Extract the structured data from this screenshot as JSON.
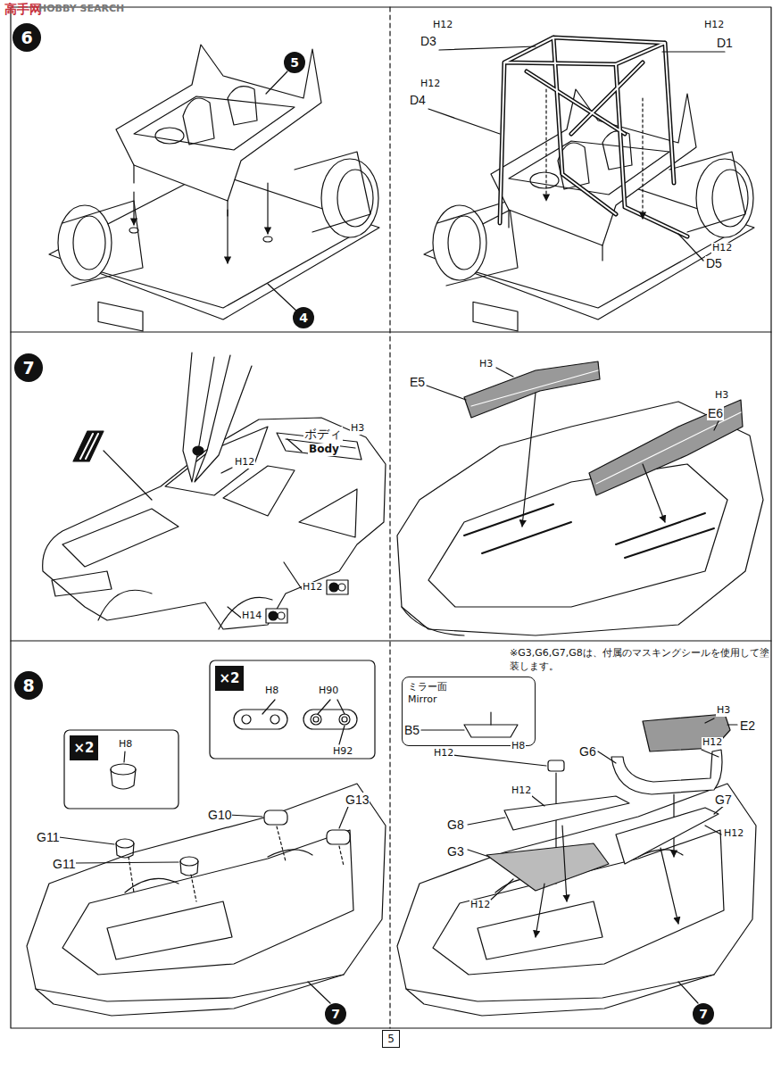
{
  "diagram": {
    "nodes": [
      {
        "text": [
          "6"
        ]
      },
      {
        "text": [
          "5"
        ]
      },
      {
        "text": [
          "4"
        ]
      },
      {
        "text": [
          "7"
        ]
      },
      {
        "text": [
          "8"
        ]
      },
      {
        "text": [
          "×2"
        ]
      },
      {
        "text": [
          "×2"
        ]
      },
      {
        "text": [
          "7"
        ]
      },
      {
        "text": [
          "ミラー面",
          "Mirror"
        ]
      },
      {
        "text": [
          "7"
        ]
      },
      {
        "text": [
          "5"
        ]
      }
    ],
    "labels": [
      "高手网",
      "HOBBY SEARCH",
      "H12",
      "D3",
      "H12",
      "D1",
      "H12",
      "D4",
      "H12",
      "D5",
      "ボディ",
      "H3",
      "Body",
      "H12",
      "H12",
      "H14",
      "E5",
      "H3",
      "E6",
      "H3",
      "H8",
      "G11",
      "G11",
      "H8",
      "H90",
      "H92",
      "G10",
      "G13",
      "※G3,G6,G7,G8は、付属のマスキングシールを使用して塗装します。",
      "B5",
      "H8",
      "H12",
      "G6",
      "H3",
      "E2",
      "H12",
      "G7",
      "H12",
      "G8",
      "H12",
      "G3",
      "H12"
    ]
  }
}
